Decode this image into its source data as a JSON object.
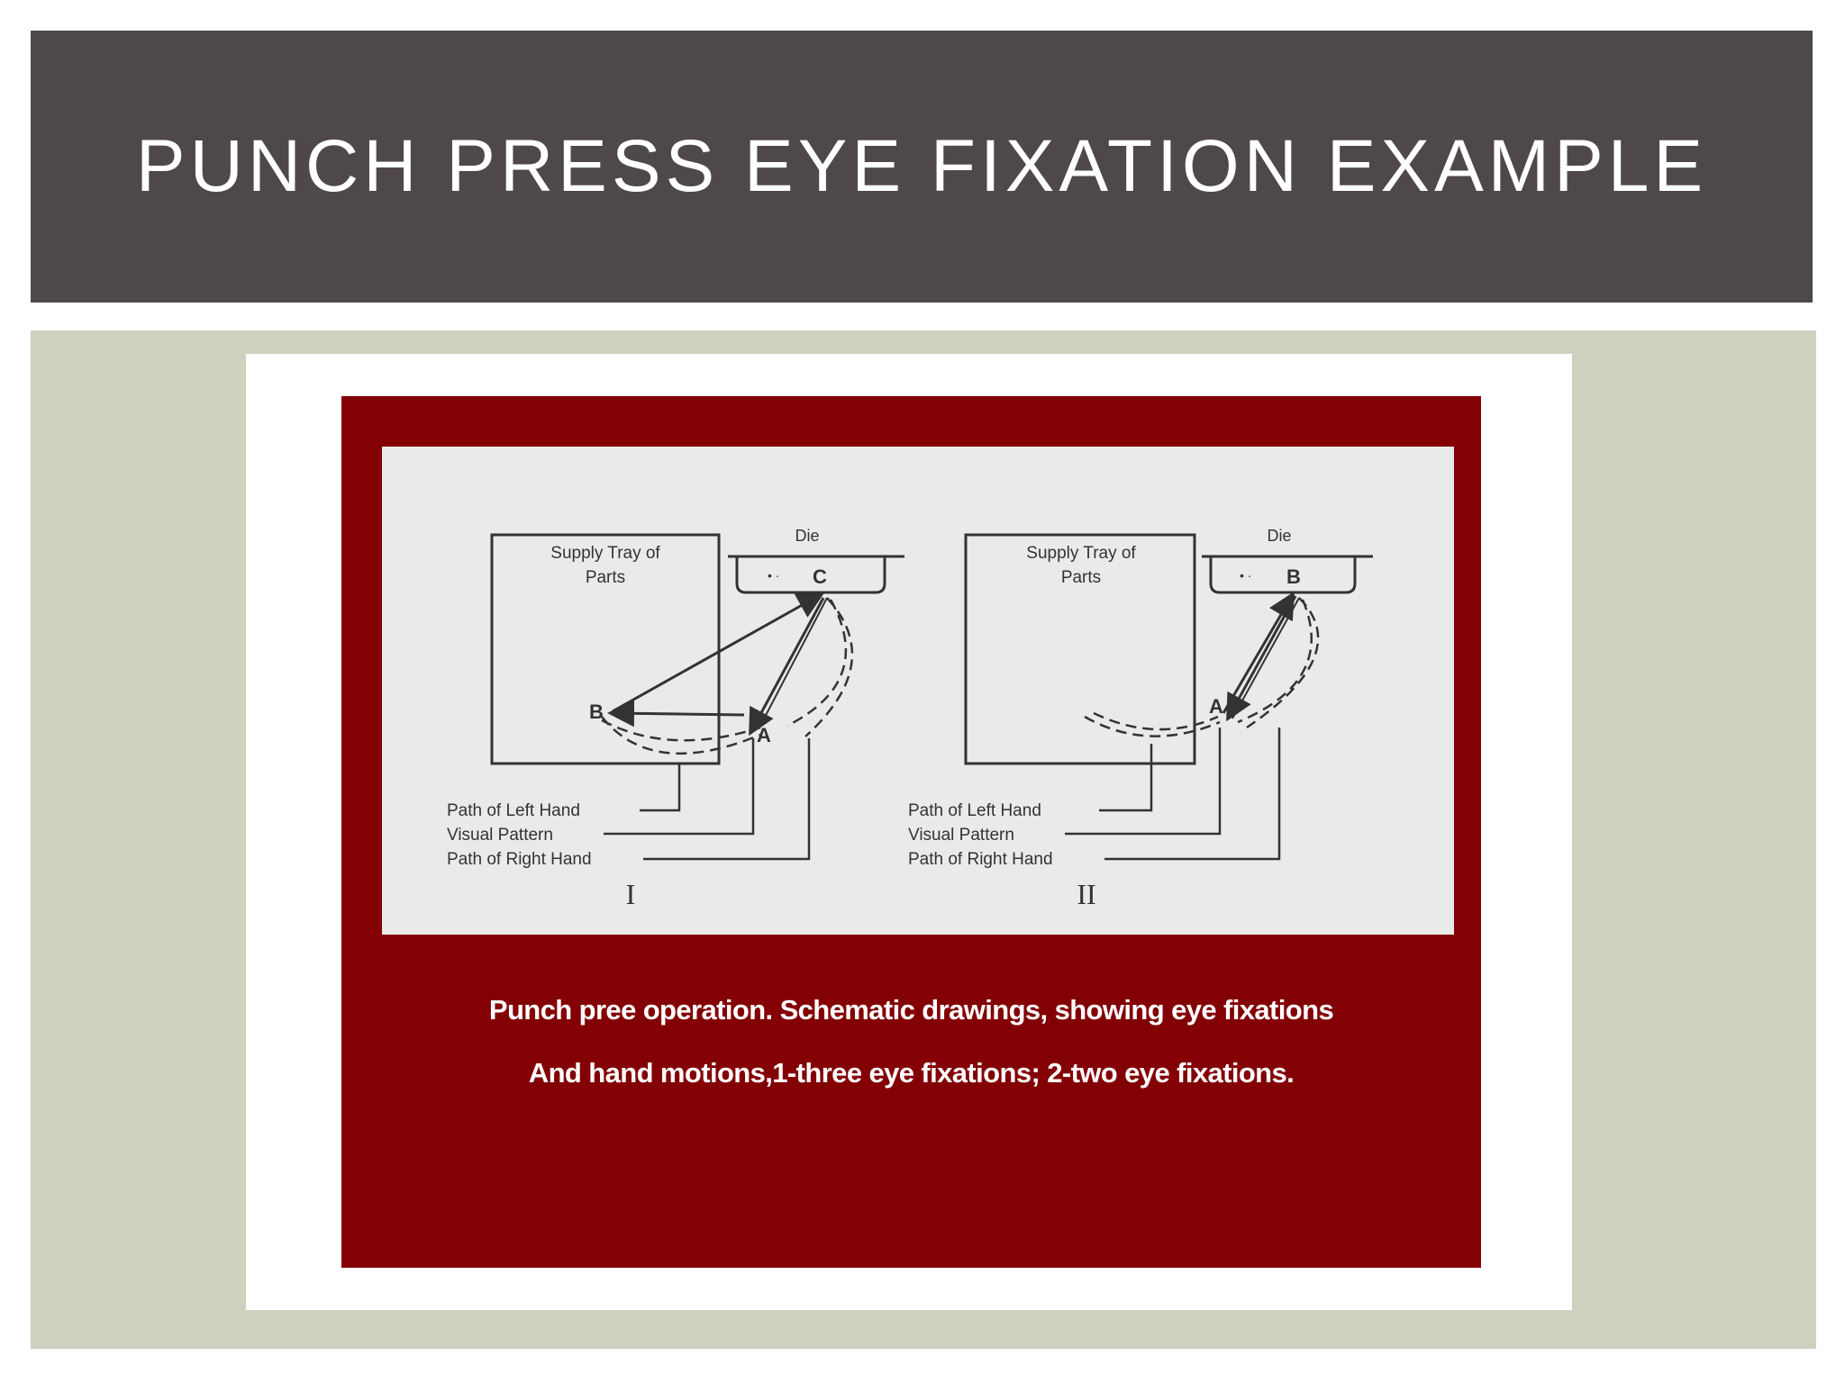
{
  "slide": {
    "title": "PUNCH PRESS EYE FIXATION EXAMPLE"
  },
  "figure": {
    "diagram_I": {
      "tray_label_line1": "Supply Tray of",
      "tray_label_line2": "Parts",
      "die_label": "Die",
      "point_b": "B",
      "point_a": "A",
      "point_c": "C",
      "legend_left_hand": "Path of Left Hand",
      "legend_visual": "Visual Pattern",
      "legend_right_hand": "Path of Right Hand",
      "numeral": "I"
    },
    "diagram_II": {
      "tray_label_line1": "Supply Tray of",
      "tray_label_line2": "Parts",
      "die_label": "Die",
      "point_a": "A",
      "point_b": "B",
      "legend_left_hand": "Path of Left Hand",
      "legend_visual": "Visual Pattern",
      "legend_right_hand": "Path of Right Hand",
      "numeral": "II"
    },
    "caption_line1": "Punch pree operation. Schematic drawings, showing eye fixations",
    "caption_line2": "And hand motions,1-three eye fixations; 2-two eye fixations."
  }
}
